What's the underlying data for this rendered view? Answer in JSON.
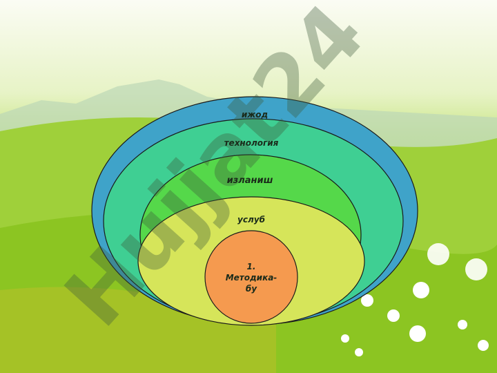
{
  "diagram": {
    "rings": [
      {
        "label": "ижод",
        "color": "#3fa3c9"
      },
      {
        "label": "технология",
        "color": "#3fcf93"
      },
      {
        "label": "изланиш",
        "color": "#55d84a"
      },
      {
        "label": "услуб",
        "color": "#d6e55a"
      }
    ],
    "core": {
      "line1": "1.",
      "line2": "Методика-",
      "line3": "бу",
      "color": "#f59a4f"
    }
  },
  "watermark": "Hujjat24"
}
